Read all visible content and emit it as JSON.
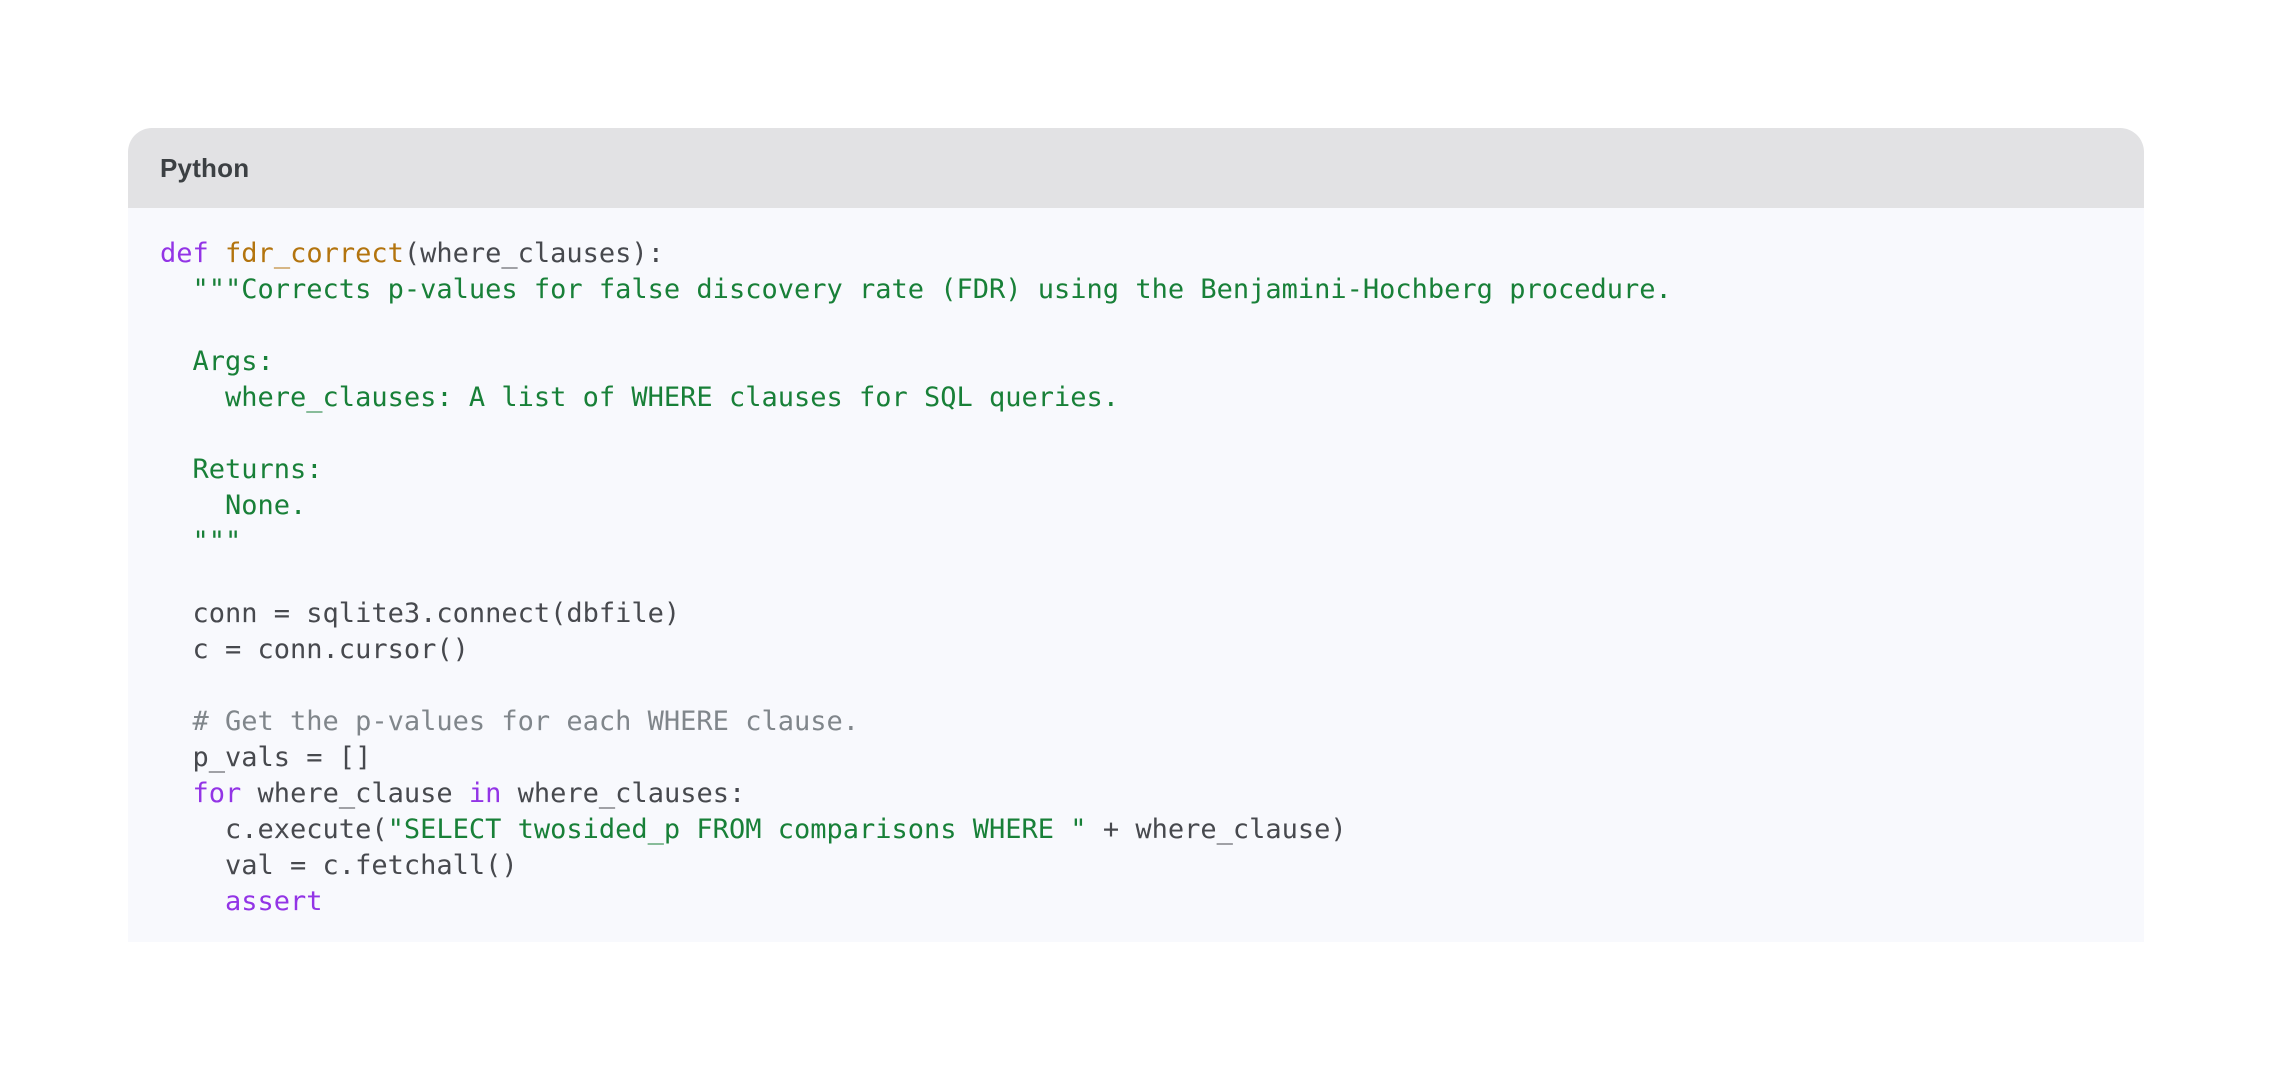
{
  "page": {
    "background_color": "#ffffff"
  },
  "code_card": {
    "header": {
      "language_label": "Python",
      "background_color": "#e2e2e4",
      "label_color": "#3c4043"
    },
    "body": {
      "background_color": "#f8f9fd"
    },
    "token_colors": {
      "pln": "#47494e",
      "kwd": "#9334e6",
      "fn": "#b3740e",
      "str": "#188038",
      "com": "#80868b"
    },
    "code_lines": [
      [
        {
          "c": "kwd",
          "t": "def"
        },
        {
          "c": "pln",
          "t": " "
        },
        {
          "c": "fn",
          "t": "fdr_correct"
        },
        {
          "c": "pln",
          "t": "(where_clauses):"
        }
      ],
      [
        {
          "c": "str",
          "t": "  \"\"\"Corrects p-values for false discovery rate (FDR) using the Benjamini-Hochberg procedure."
        }
      ],
      [],
      [
        {
          "c": "str",
          "t": "  Args:"
        }
      ],
      [
        {
          "c": "str",
          "t": "    where_clauses: A list of WHERE clauses for SQL queries."
        }
      ],
      [],
      [
        {
          "c": "str",
          "t": "  Returns:"
        }
      ],
      [
        {
          "c": "str",
          "t": "    None."
        }
      ],
      [
        {
          "c": "str",
          "t": "  \"\"\""
        }
      ],
      [],
      [
        {
          "c": "pln",
          "t": "  conn = sqlite3.connect(dbfile)"
        }
      ],
      [
        {
          "c": "pln",
          "t": "  c = conn.cursor()"
        }
      ],
      [],
      [
        {
          "c": "com",
          "t": "  # Get the p-values for each WHERE clause."
        }
      ],
      [
        {
          "c": "pln",
          "t": "  p_vals = []"
        }
      ],
      [
        {
          "c": "pln",
          "t": "  "
        },
        {
          "c": "kwd",
          "t": "for"
        },
        {
          "c": "pln",
          "t": " where_clause "
        },
        {
          "c": "kwd",
          "t": "in"
        },
        {
          "c": "pln",
          "t": " where_clauses:"
        }
      ],
      [
        {
          "c": "pln",
          "t": "    c.execute("
        },
        {
          "c": "str",
          "t": "\"SELECT twosided_p FROM comparisons WHERE \""
        },
        {
          "c": "pln",
          "t": " + where_clause)"
        }
      ],
      [
        {
          "c": "pln",
          "t": "    val = c.fetchall()"
        }
      ],
      [
        {
          "c": "pln",
          "t": "    "
        },
        {
          "c": "kwd",
          "t": "assert"
        }
      ]
    ]
  }
}
